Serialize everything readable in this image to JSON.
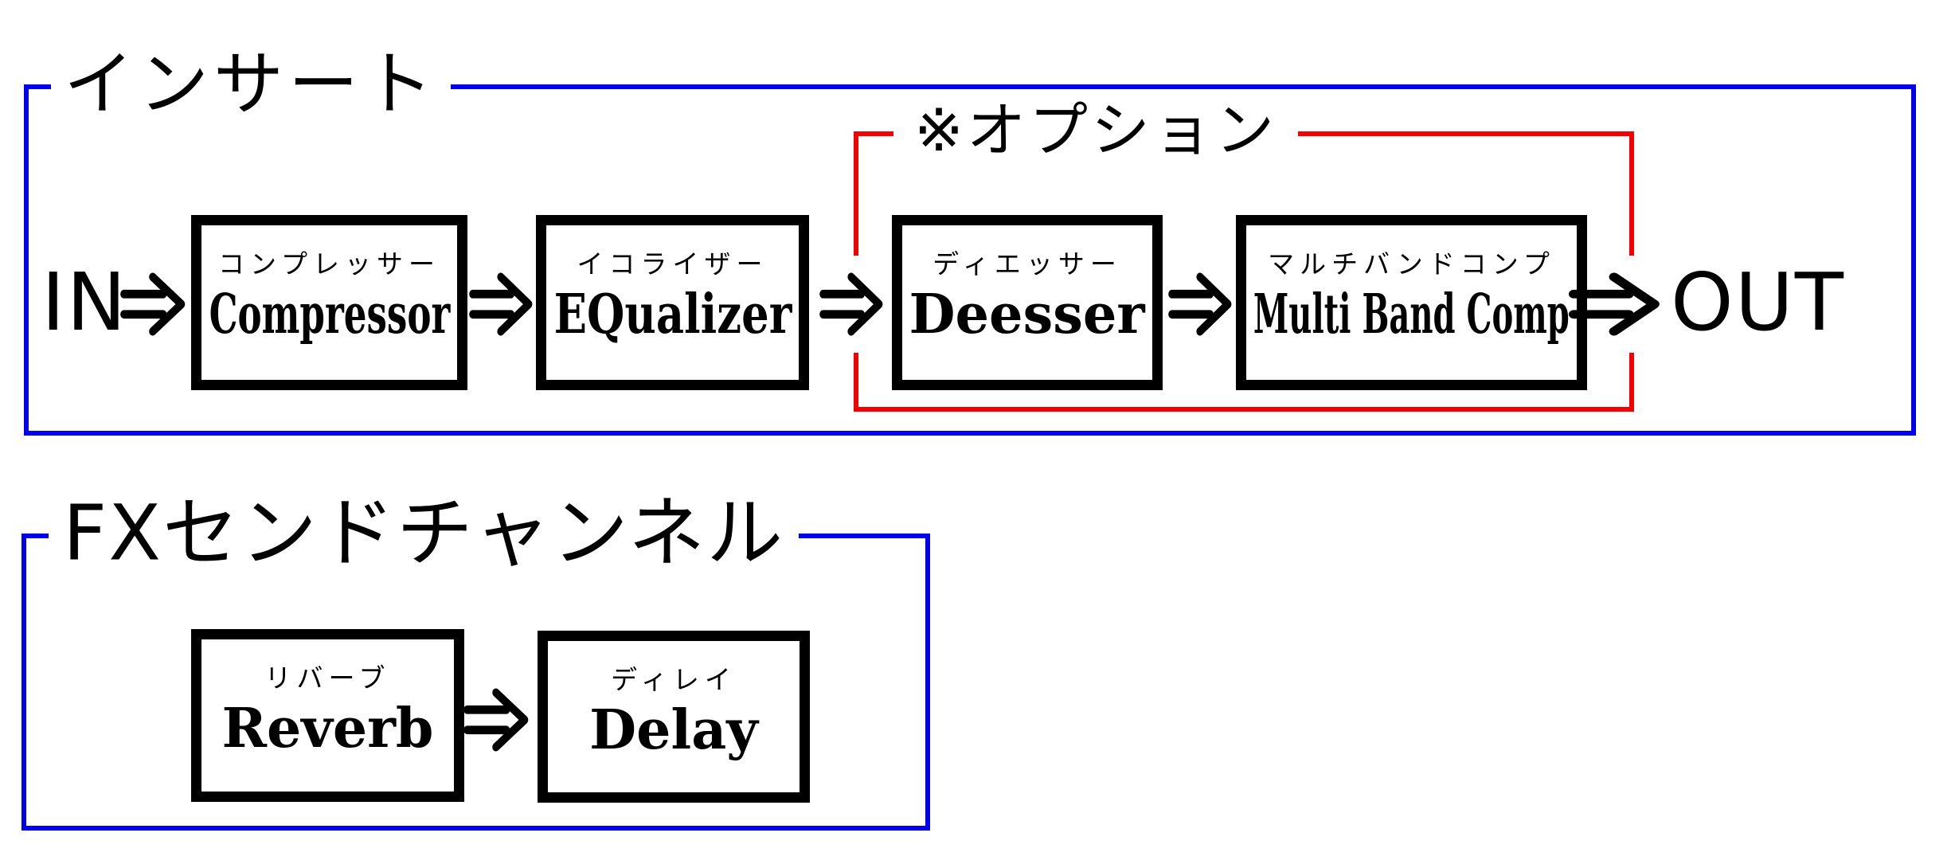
{
  "colors": {
    "frame_blue": "#0000ee",
    "frame_red": "#f40000",
    "node_border": "#000000"
  },
  "insert_section": {
    "title": "インサート",
    "input_label": "IN",
    "output_label": "OUT",
    "nodes": [
      {
        "jp": "コンプレッサー",
        "en": "Compressor"
      },
      {
        "jp": "イコライザー",
        "en": "EQualizer"
      },
      {
        "jp": "ディエッサー",
        "en": "Deesser"
      },
      {
        "jp": "マルチバンドコンプ",
        "en": "Multi Band Comp"
      }
    ],
    "option_group": {
      "title": "※オプション",
      "contains": [
        "Deesser",
        "Multi Band Comp"
      ]
    },
    "flow": [
      "IN",
      "Compressor",
      "EQualizer",
      "Deesser",
      "Multi Band Comp",
      "OUT"
    ]
  },
  "fx_section": {
    "title": "FXセンドチャンネル",
    "nodes": [
      {
        "jp": "リバーブ",
        "en": "Reverb"
      },
      {
        "jp": "ディレイ",
        "en": "Delay"
      }
    ],
    "flow": [
      "Reverb",
      "Delay"
    ]
  }
}
